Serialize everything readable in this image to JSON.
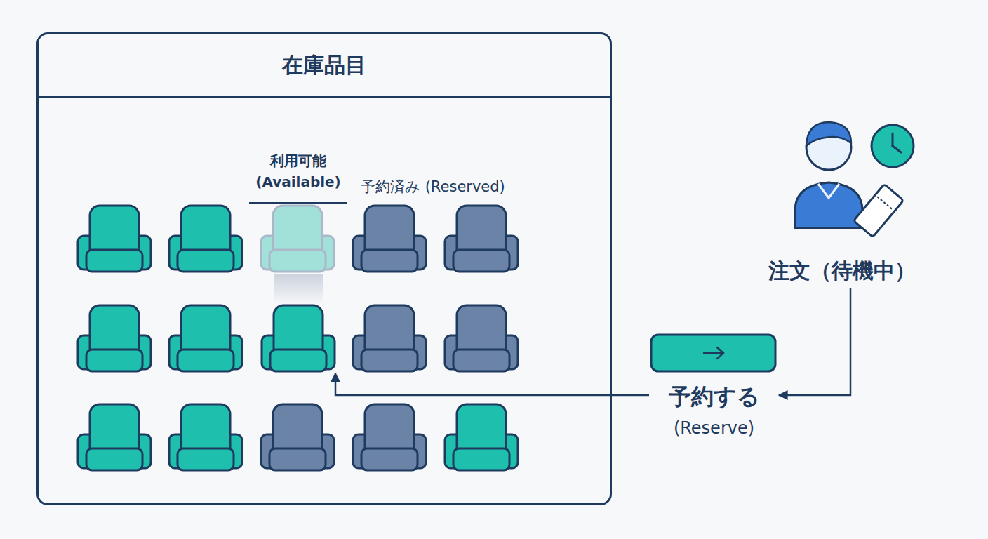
{
  "diagram": {
    "nodes": [
      {
        "text": [
          "在庫品目"
        ]
      },
      {
        "text": [
          "利用可能 (Available)"
        ],
        "in": 0
      },
      {
        "text": [
          "注文（待機中）"
        ]
      },
      {
        "text": [
          "予約する",
          "(Reserve)"
        ]
      }
    ],
    "edges": [
      {
        "from": 2,
        "to": 3,
        "arrow": "to"
      },
      {
        "from": 3,
        "to": 1,
        "arrow": "to"
      }
    ],
    "labels": [
      "予約済み (Reserved)"
    ]
  }
}
